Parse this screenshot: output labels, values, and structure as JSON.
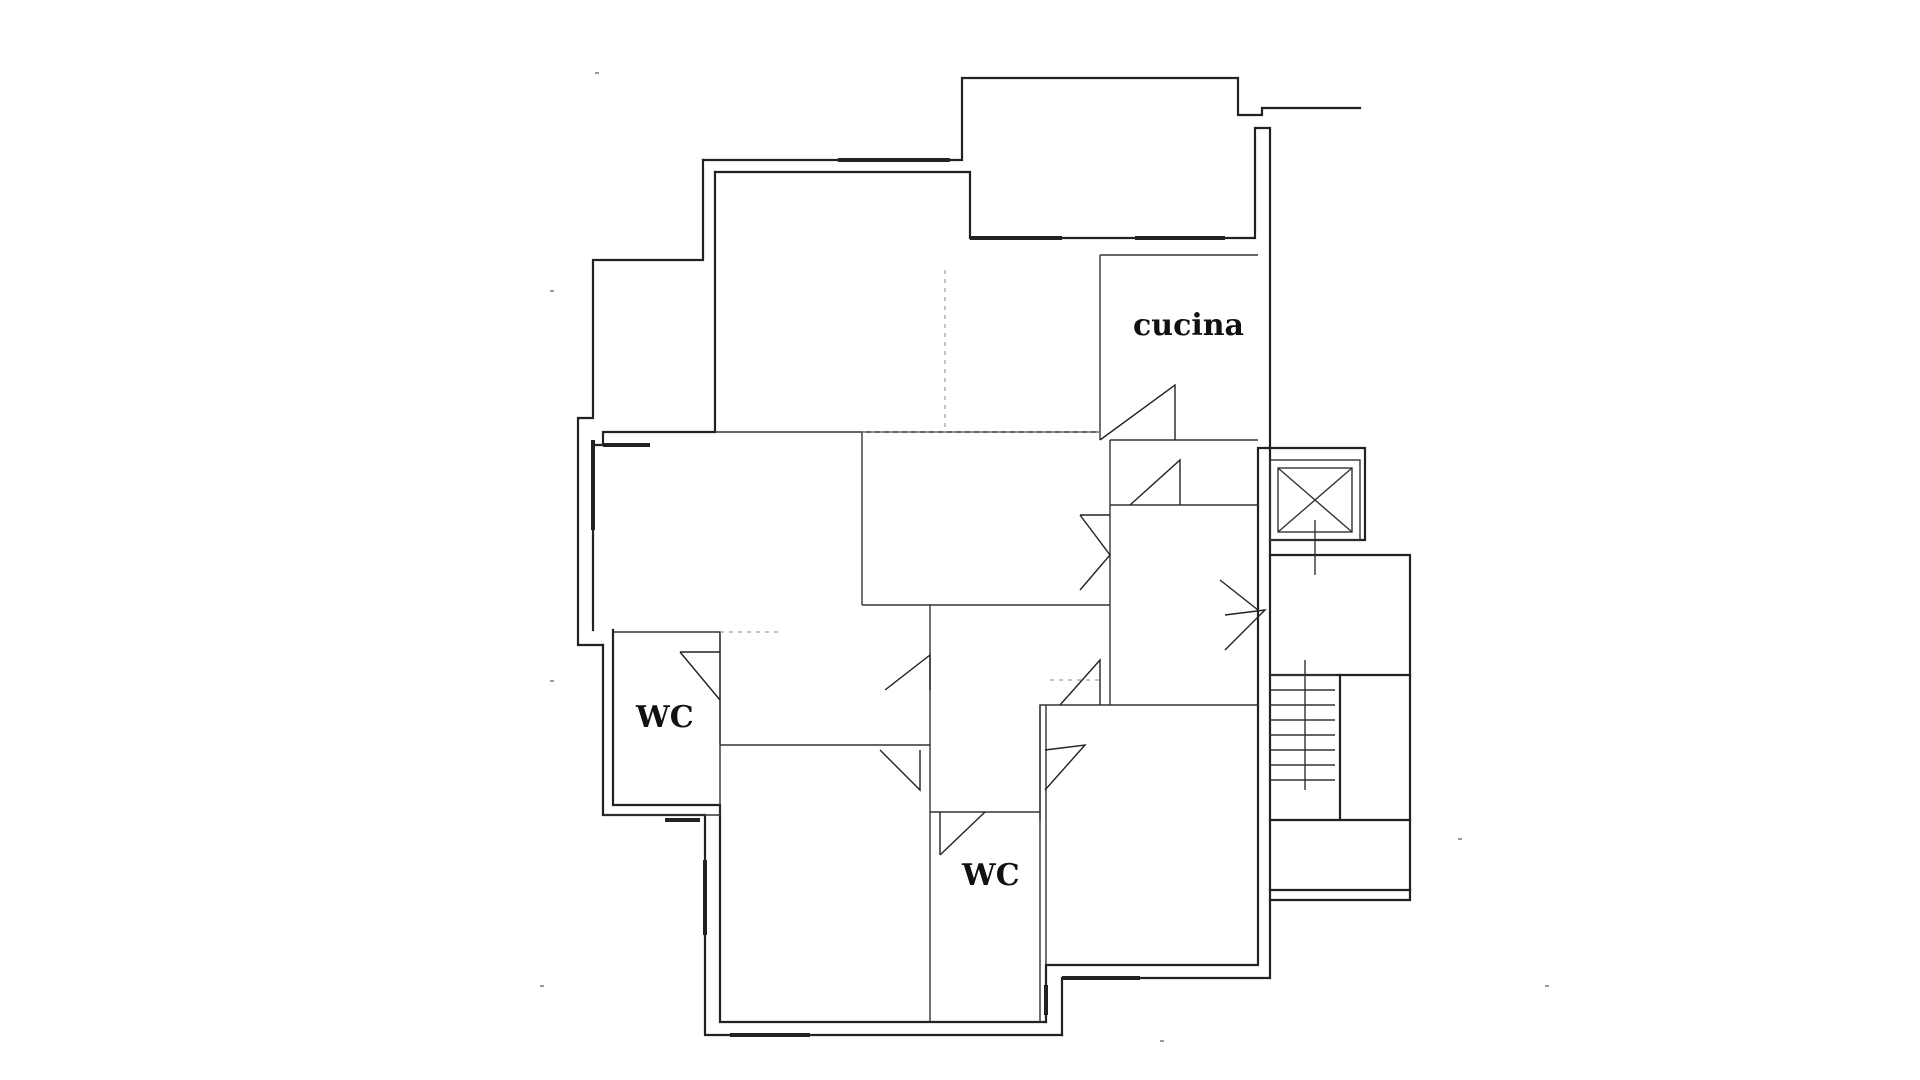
{
  "rooms": {
    "kitchen": "cucina",
    "wc_left": "WC",
    "wc_center": "WC"
  }
}
